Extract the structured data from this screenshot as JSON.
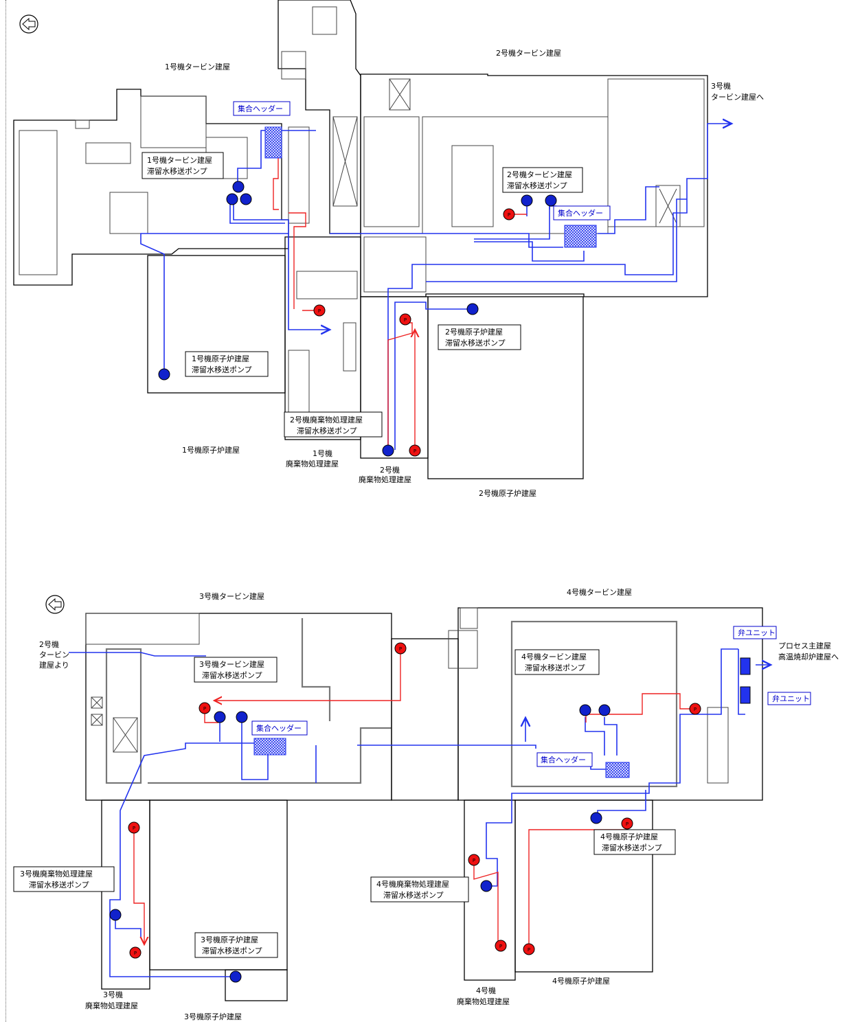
{
  "top": {
    "unit1_turbine_building": "1号機タービン建屋",
    "unit2_turbine_building": "2号機タービン建屋",
    "to_unit3": [
      "3号機",
      "タービン建屋へ"
    ],
    "header1": "集合ヘッダー",
    "header2": "集合ヘッダー",
    "u1_turbine_pump": [
      "1号機タービン建屋",
      "滞留水移送ポンプ"
    ],
    "u2_turbine_pump": [
      "2号機タービン建屋",
      "滞留水移送ポンプ"
    ],
    "u1_reactor_pump": [
      "1号機原子炉建屋",
      "滞留水移送ポンプ"
    ],
    "u2_reactor_pump": [
      "2号機原子炉建屋",
      "滞留水移送ポンプ"
    ],
    "u2_waste_pump": [
      "2号機廃棄物処理建屋",
      "滞留水移送ポンプ"
    ],
    "u1_reactor_building": "1号機原子炉建屋",
    "u1_waste_building": [
      "1号機",
      "廃棄物処理建屋"
    ],
    "u2_waste_building": [
      "2号機",
      "廃棄物処理建屋"
    ],
    "u2_reactor_building": "2号機原子炉建屋"
  },
  "bottom": {
    "unit3_turbine_building": "3号機タービン建屋",
    "unit4_turbine_building": "4号機タービン建屋",
    "from_unit2": [
      "2号機",
      "タービン",
      "建屋より"
    ],
    "u3_turbine_pump": [
      "3号機タービン建屋",
      "滞留水移送ポンプ"
    ],
    "u4_turbine_pump": [
      "4号機タービン建屋",
      "滞留水移送ポンプ"
    ],
    "header3": "集合ヘッダー",
    "header4": "集合ヘッダー",
    "valve_unit_top": "弁ユニット",
    "valve_unit_bottom": "弁ユニット",
    "to_process": [
      "プロセス主建屋",
      "高温焼却炉建屋へ"
    ],
    "u3_waste_pump": [
      "3号機廃棄物処理建屋",
      "滞留水移送ポンプ"
    ],
    "u3_reactor_pump": [
      "3号機原子炉建屋",
      "滞留水移送ポンプ"
    ],
    "u4_waste_pump": [
      "4号機廃棄物処理建屋",
      "滞留水移送ポンプ"
    ],
    "u4_reactor_pump": [
      "4号機原子炉建屋",
      "滞留水移送ポンプ"
    ],
    "u3_waste_building": [
      "3号機",
      "廃棄物処理建屋"
    ],
    "u3_reactor_building": "3号機原子炉建屋",
    "u4_waste_building": [
      "4号機",
      "廃棄物処理建屋"
    ],
    "u4_reactor_building": "4号機原子炉建屋"
  },
  "pump_letter": "P",
  "icons": [
    "north-arrow-icon"
  ],
  "colors": {
    "new_pump": "#ee1111",
    "existing_pump": "#1122cc",
    "blue_pipe": "#2233ee",
    "red_pipe": "#ee2222"
  }
}
